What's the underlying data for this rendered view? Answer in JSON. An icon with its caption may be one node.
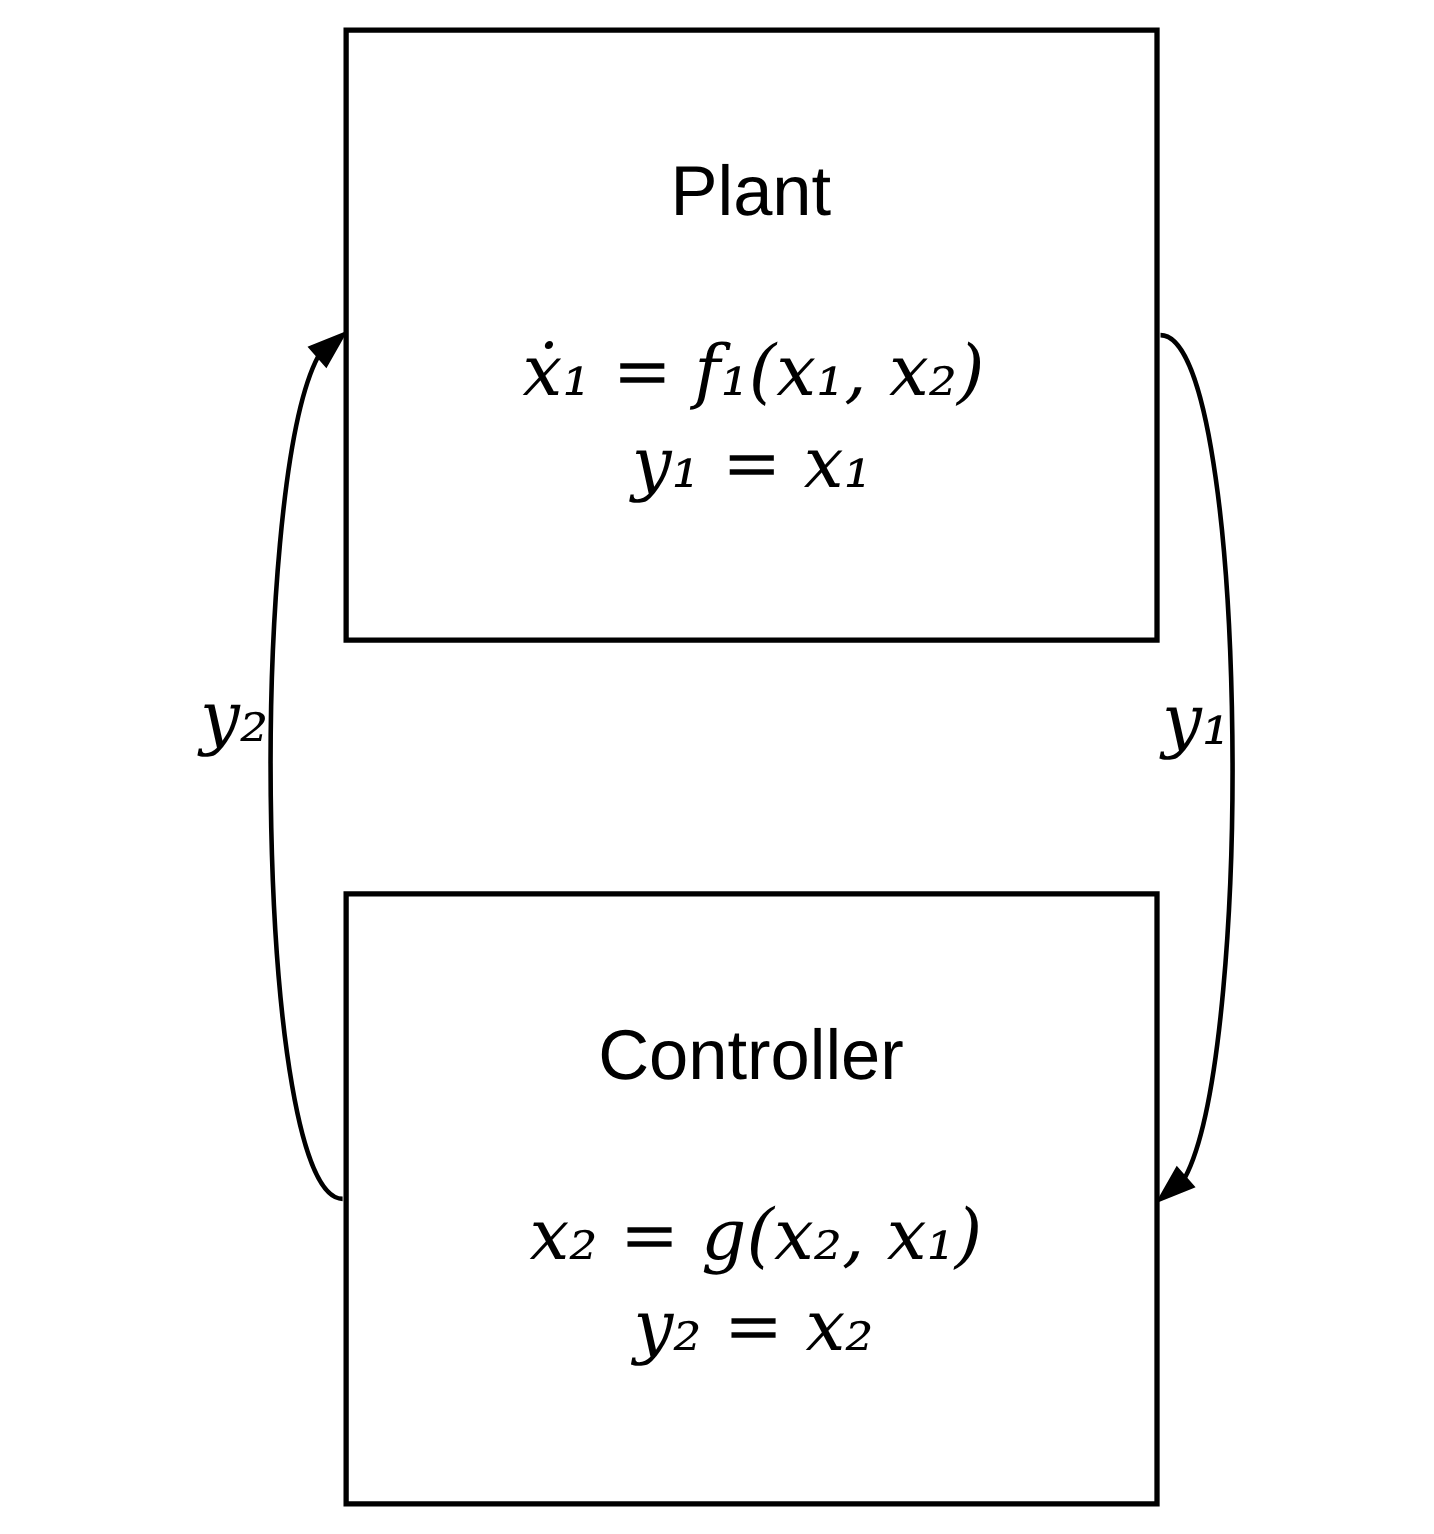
{
  "diagram": {
    "nodes": [
      {
        "text": [
          "Plant",
          "ẋ₁ = f₁(x₁, x₂)",
          "y₁ = x₁"
        ]
      },
      {
        "text": [
          "Controller",
          "x₂ = g(x₂, x₁)",
          "y₂ = x₂"
        ]
      }
    ],
    "edges": [
      {
        "from": 0,
        "to": 1,
        "arrow": "to",
        "label": "y₁"
      },
      {
        "from": 1,
        "to": 0,
        "arrow": "to",
        "label": "y₂"
      }
    ]
  }
}
